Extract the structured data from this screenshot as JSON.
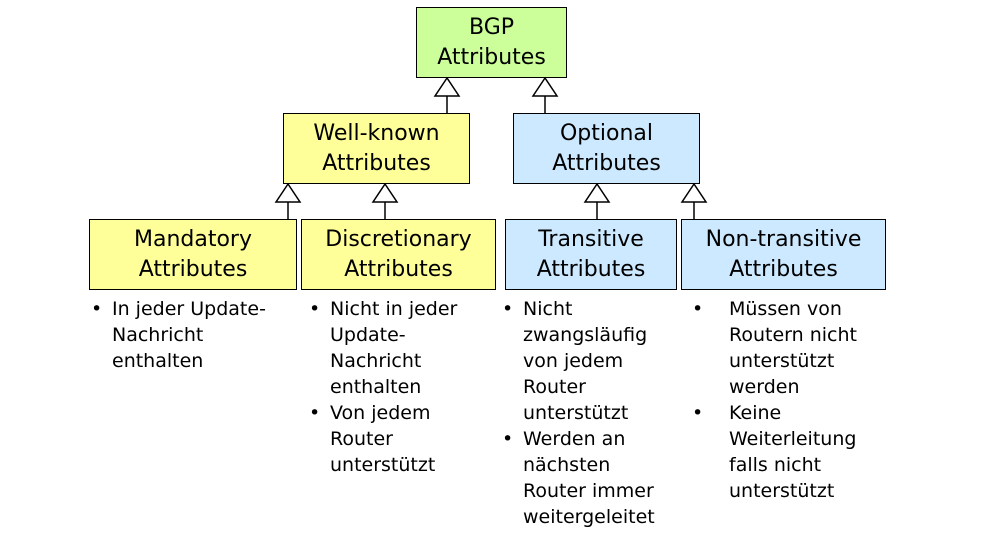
{
  "root": {
    "line1": "BGP",
    "line2": "Attributes"
  },
  "categories": {
    "well_known": {
      "line1": "Well-known",
      "line2": "Attributes"
    },
    "optional": {
      "line1": "Optional",
      "line2": "Attributes"
    }
  },
  "types": [
    {
      "line1": "Mandatory",
      "line2": "Attributes",
      "bullets": [
        [
          "In jeder Update-",
          "Nachricht",
          "enthalten"
        ]
      ]
    },
    {
      "line1": "Discretionary",
      "line2": "Attributes",
      "bullets": [
        [
          "Nicht in jeder",
          "Update-",
          "Nachricht",
          "enthalten"
        ],
        [
          "Von jedem",
          "Router",
          "unterstützt"
        ]
      ]
    },
    {
      "line1": "Transitive",
      "line2": "Attributes",
      "bullets": [
        [
          "Nicht",
          "zwangsläufig",
          "von jedem",
          "Router",
          "unterstützt"
        ],
        [
          "Werden an",
          "nächsten",
          "Router immer",
          "weitergeleitet"
        ]
      ]
    },
    {
      "line1": "Non-transitive",
      "line2": "Attributes",
      "bullets": [
        [
          "Müssen von",
          "Routern nicht",
          "unterstützt",
          "werden"
        ],
        [
          "Keine",
          "Weiterleitung",
          "falls nicht",
          "unterstützt"
        ]
      ]
    }
  ],
  "colors": {
    "root": "#ccff99",
    "well_known": "#ffff99",
    "optional": "#cce9ff",
    "line": "#000000"
  }
}
